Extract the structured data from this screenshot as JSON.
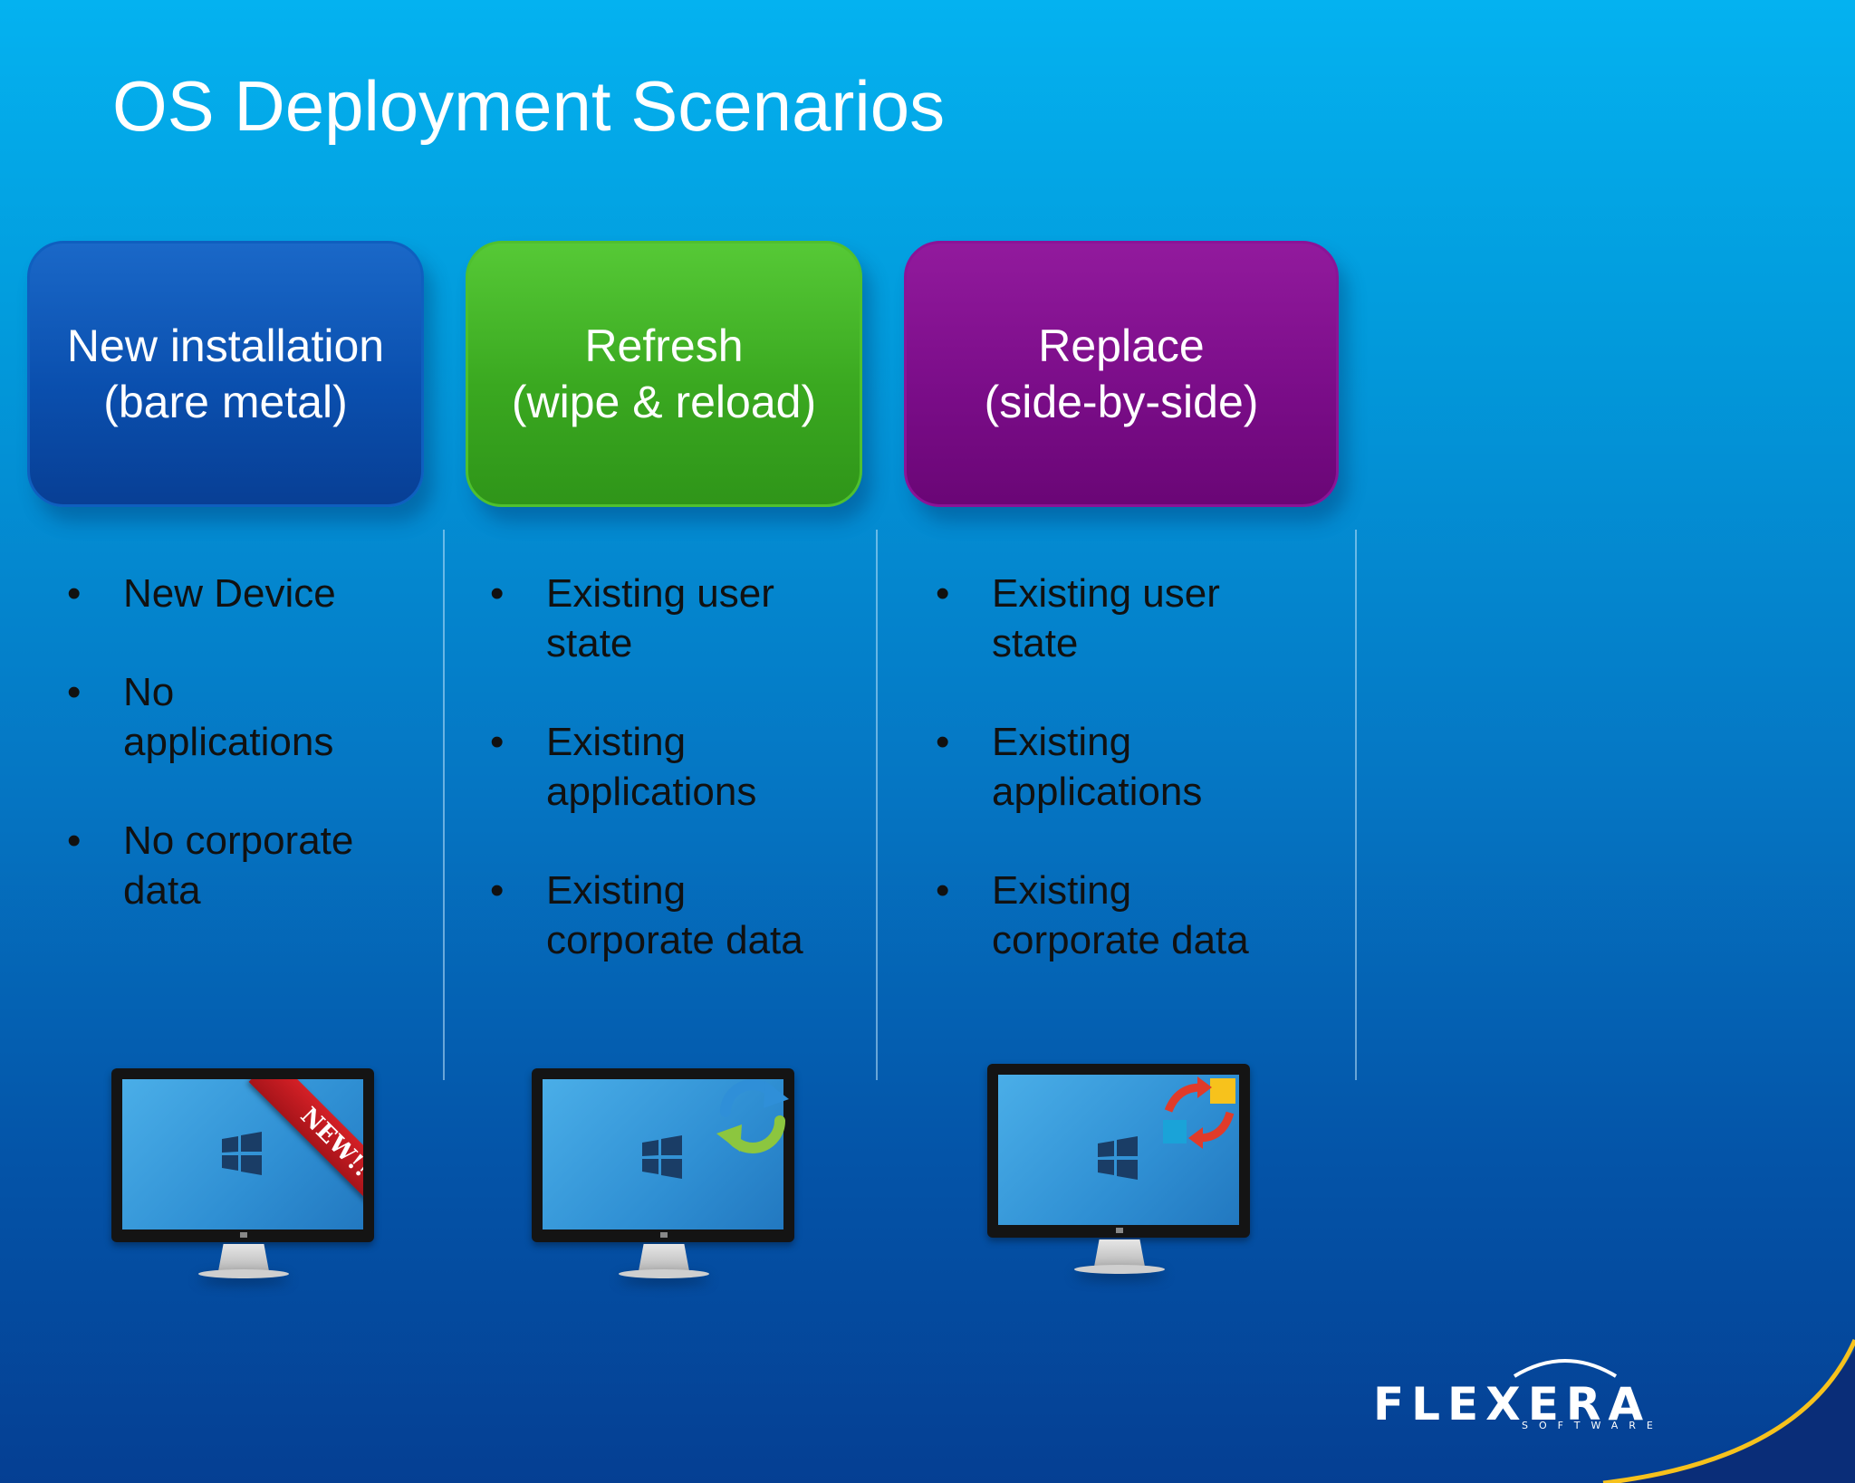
{
  "slide": {
    "title": "OS Deployment Scenarios"
  },
  "columns": [
    {
      "header_line1": "New installation",
      "header_line2": "(bare metal)",
      "color": "#0a4fae",
      "bullets": [
        "New Device",
        "No applications",
        "No corporate data"
      ],
      "image_badge": "NEW!!"
    },
    {
      "header_line1": "Refresh",
      "header_line2": "(wipe & reload)",
      "color": "#3aa820",
      "bullets": [
        "Existing user state",
        "Existing applications",
        "Existing corporate data"
      ]
    },
    {
      "header_line1": "Replace",
      "header_line2": "(side-by-side)",
      "color": "#7b0d89",
      "bullets": [
        "Existing user state",
        "Existing applications",
        "Existing corporate data"
      ]
    }
  ],
  "brand": {
    "name": "FLEXERA",
    "tagline": "SOFTWARE",
    "accent": "#f7c21c"
  },
  "icons": {
    "monitor": "monitor-icon",
    "windows_logo": "windows-logo-icon",
    "refresh": "refresh-arrows-icon",
    "swap": "swap-arrows-icon"
  }
}
